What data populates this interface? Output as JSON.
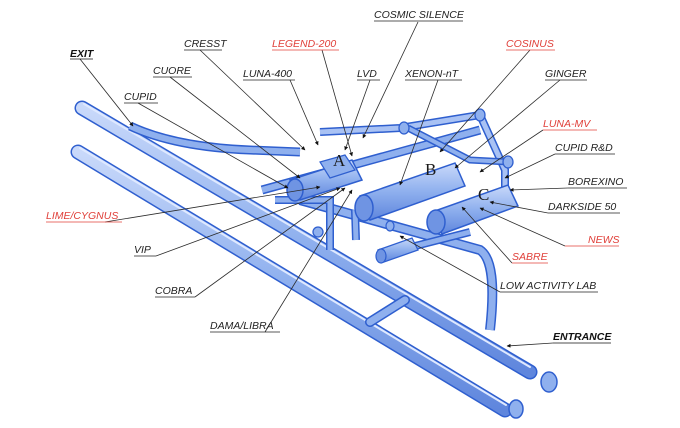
{
  "colors": {
    "tunnel_fill": "#8fb0ee",
    "tunnel_stroke": "#2f5fcf",
    "tunnel_dark": "#5f86dd",
    "label_black": "#222222",
    "label_red": "#e0403a"
  },
  "halls": {
    "a": "A",
    "b": "B",
    "c": "C"
  },
  "labels": {
    "exit": "EXIT",
    "entrance": "ENTRANCE",
    "cosmic_silence": "COSMIC SILENCE",
    "cresst": "CRESST",
    "legend_200": "LEGEND-200",
    "cosinus": "COSINUS",
    "cuore": "CUORE",
    "luna_400": "LUNA-400",
    "lvd": "LVD",
    "xenon_nt": "XENON-nT",
    "ginger": "GINGER",
    "cupid": "CUPID",
    "luna_mv": "LUNA-MV",
    "cupid_rd": "CUPID R&D",
    "borexino": "BOREXINO",
    "darkside_50": "DARKSIDE 50",
    "lime_cygnus": "LIME/CYGNUS",
    "news": "NEWS",
    "vip": "VIP",
    "sabre": "SABRE",
    "low_activity_lab": "LOW ACTIVITY LAB",
    "cobra": "COBRA",
    "dama_libra": "DAMA/LIBRA"
  }
}
